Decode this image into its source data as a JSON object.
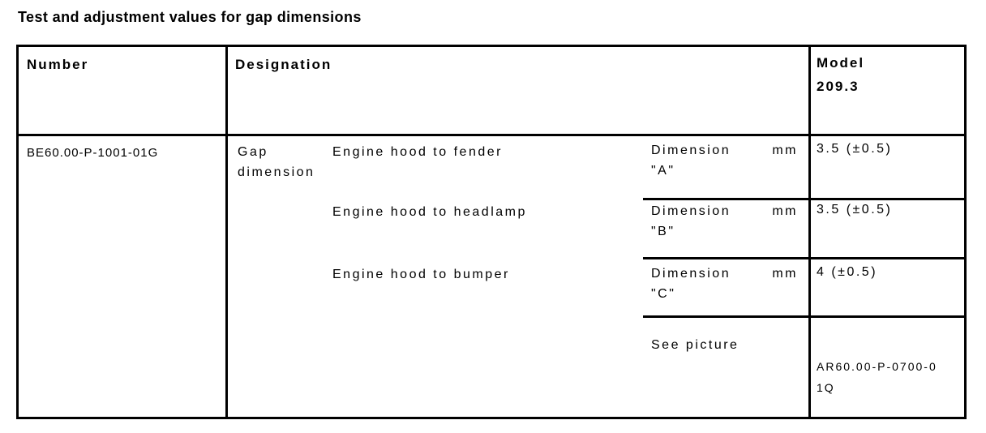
{
  "title": "Test and adjustment values for gap dimensions",
  "colors": {
    "text": "#000000",
    "border": "#000000",
    "background": "#ffffff"
  },
  "table": {
    "headers": {
      "number": "Number",
      "designation": "Designation",
      "model": "Model",
      "model_code": "209.3"
    },
    "row": {
      "number": "BE60.00-P-1001-01G",
      "group_label": "Gap dimension",
      "entries": [
        {
          "description": "Engine hood to fender",
          "dim_label": "Dimension",
          "dim_letter": "\"A\"",
          "unit": "mm",
          "value": "3.5 (±0.5)"
        },
        {
          "description": "Engine hood to headlamp",
          "dim_label": "Dimension",
          "dim_letter": "\"B\"",
          "unit": "mm",
          "value": "3.5 (±0.5)"
        },
        {
          "description": "Engine hood to bumper",
          "dim_label": "Dimension",
          "dim_letter": "\"C\"",
          "unit": "mm",
          "value": "4 (±0.5)"
        }
      ],
      "see_picture_label": "See picture",
      "picture_ref": "AR60.00-P-0700-01Q"
    }
  }
}
